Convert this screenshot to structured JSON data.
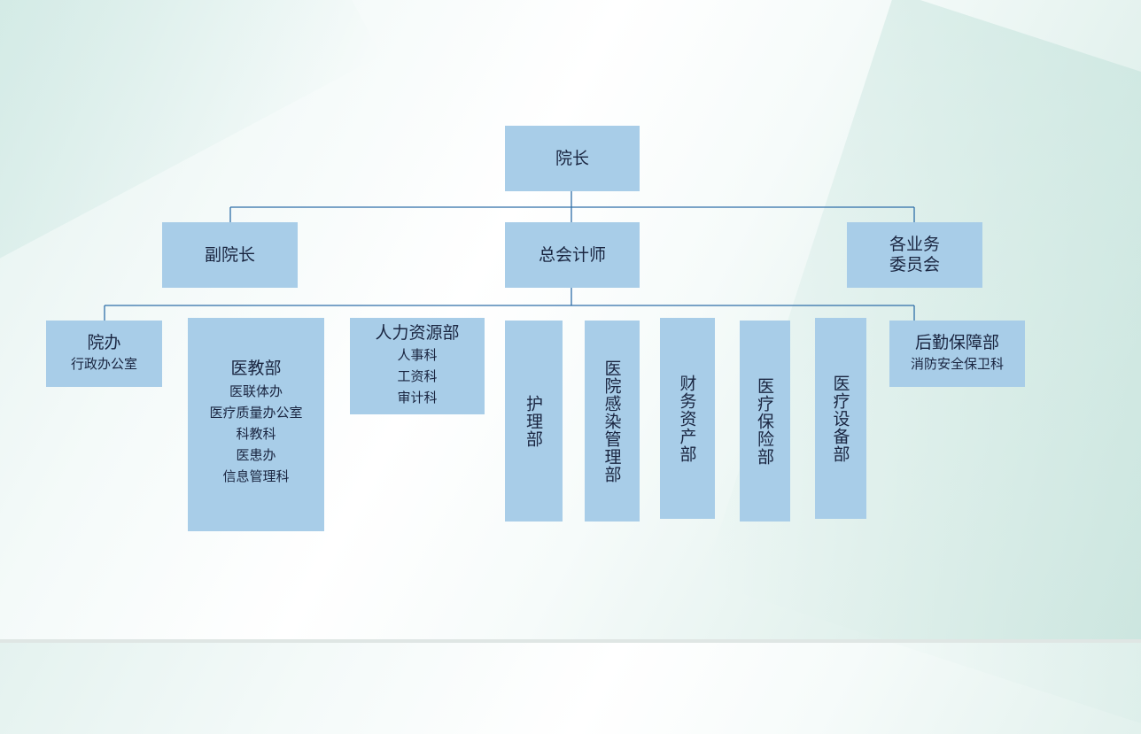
{
  "nodes": {
    "dean": "院长",
    "vice_dean": "副院长",
    "chief_accountant": "总会计师",
    "committees": [
      "各业务",
      "委员会"
    ],
    "dean_office": {
      "title": "院办",
      "items": [
        "行政办公室"
      ]
    },
    "medical_education": {
      "title": "医教部",
      "items": [
        "医联体办",
        "医疗质量办公室",
        "科教科",
        "医患办",
        "信息管理科"
      ]
    },
    "human_resources": {
      "title": "人力资源部",
      "items": [
        "人事科",
        "工资科",
        "审计科"
      ]
    },
    "nursing": "护理部",
    "infection_control": "医院感染管理部",
    "finance_assets": "财务资产部",
    "medical_insurance": "医疗保险部",
    "medical_equipment": "医疗设备部",
    "logistics": {
      "title": "后勤保障部",
      "items": [
        "消防安全保卫科"
      ]
    }
  },
  "colors": {
    "box_fill": "#a8cde8",
    "connector": "#2e6ea8",
    "text": "#1a2540"
  }
}
